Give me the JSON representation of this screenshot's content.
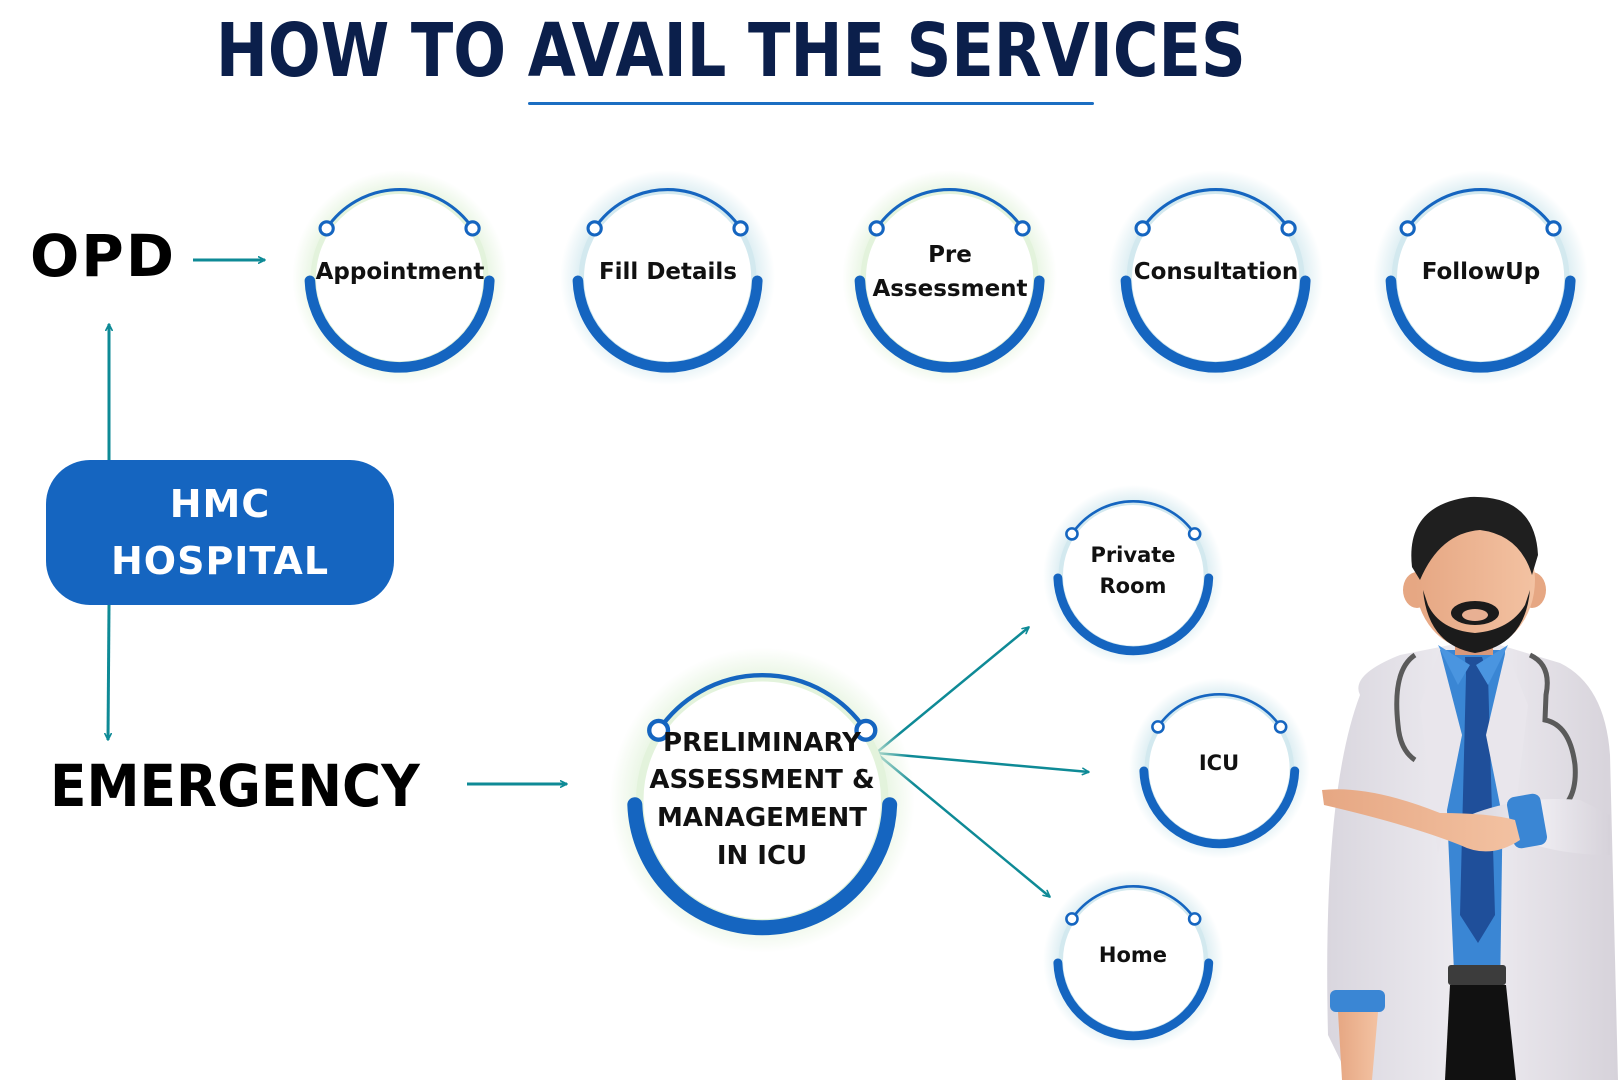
{
  "header": {
    "title": "HOW TO AVAIL THE SERVICES"
  },
  "colors": {
    "title": "#0b1f4b",
    "primary_blue": "#1565c0",
    "arrow_teal": "#0e8a96",
    "ring_glow_green": "#e3f3dc",
    "ring_glow_blue": "#d3e9ef"
  },
  "hub": {
    "line1": "HMC",
    "line2": "HOSPITAL"
  },
  "opd": {
    "label": "OPD",
    "steps": [
      {
        "lines": [
          "Appointment"
        ]
      },
      {
        "lines": [
          "Fill Details"
        ]
      },
      {
        "lines": [
          "Pre",
          "Assessment"
        ]
      },
      {
        "lines": [
          "Consultation"
        ]
      },
      {
        "lines": [
          "FollowUp"
        ]
      }
    ]
  },
  "emergency": {
    "label": "EMERGENCY",
    "assessment": {
      "lines": [
        "PRELIMINARY",
        "ASSESSMENT &",
        "MANAGEMENT",
        "IN ICU"
      ]
    },
    "outcomes": [
      {
        "lines": [
          "Private",
          "Room"
        ]
      },
      {
        "lines": [
          "ICU"
        ]
      },
      {
        "lines": [
          "Home"
        ]
      }
    ]
  },
  "illustration": {
    "icon": "doctor-illustration"
  }
}
